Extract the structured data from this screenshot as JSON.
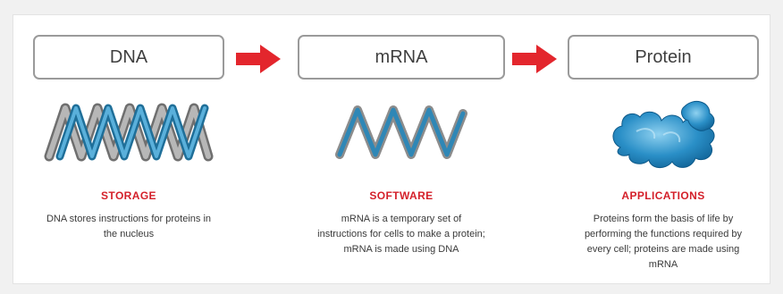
{
  "stages": [
    {
      "label": "DNA",
      "role": "STORAGE",
      "description": "DNA stores instructions for proteins in the nucleus"
    },
    {
      "label": "mRNA",
      "role": "SOFTWARE",
      "description": "mRNA is a temporary set of instructions for cells to make a protein; mRNA is made using DNA"
    },
    {
      "label": "Protein",
      "role": "APPLICATIONS",
      "description": "Proteins form the basis of life by performing the functions required by every cell; proteins are made using mRNA"
    }
  ],
  "colors": {
    "accent_red": "#e3262d",
    "box_border": "#9a9a9a",
    "helix_blue": "#2f87b6",
    "helix_gray": "#a9a9a9",
    "protein_blue": "#1f86c2"
  },
  "icons": [
    "dna-double-helix-icon",
    "mrna-single-strand-icon",
    "protein-blob-icon",
    "right-arrow-icon"
  ]
}
